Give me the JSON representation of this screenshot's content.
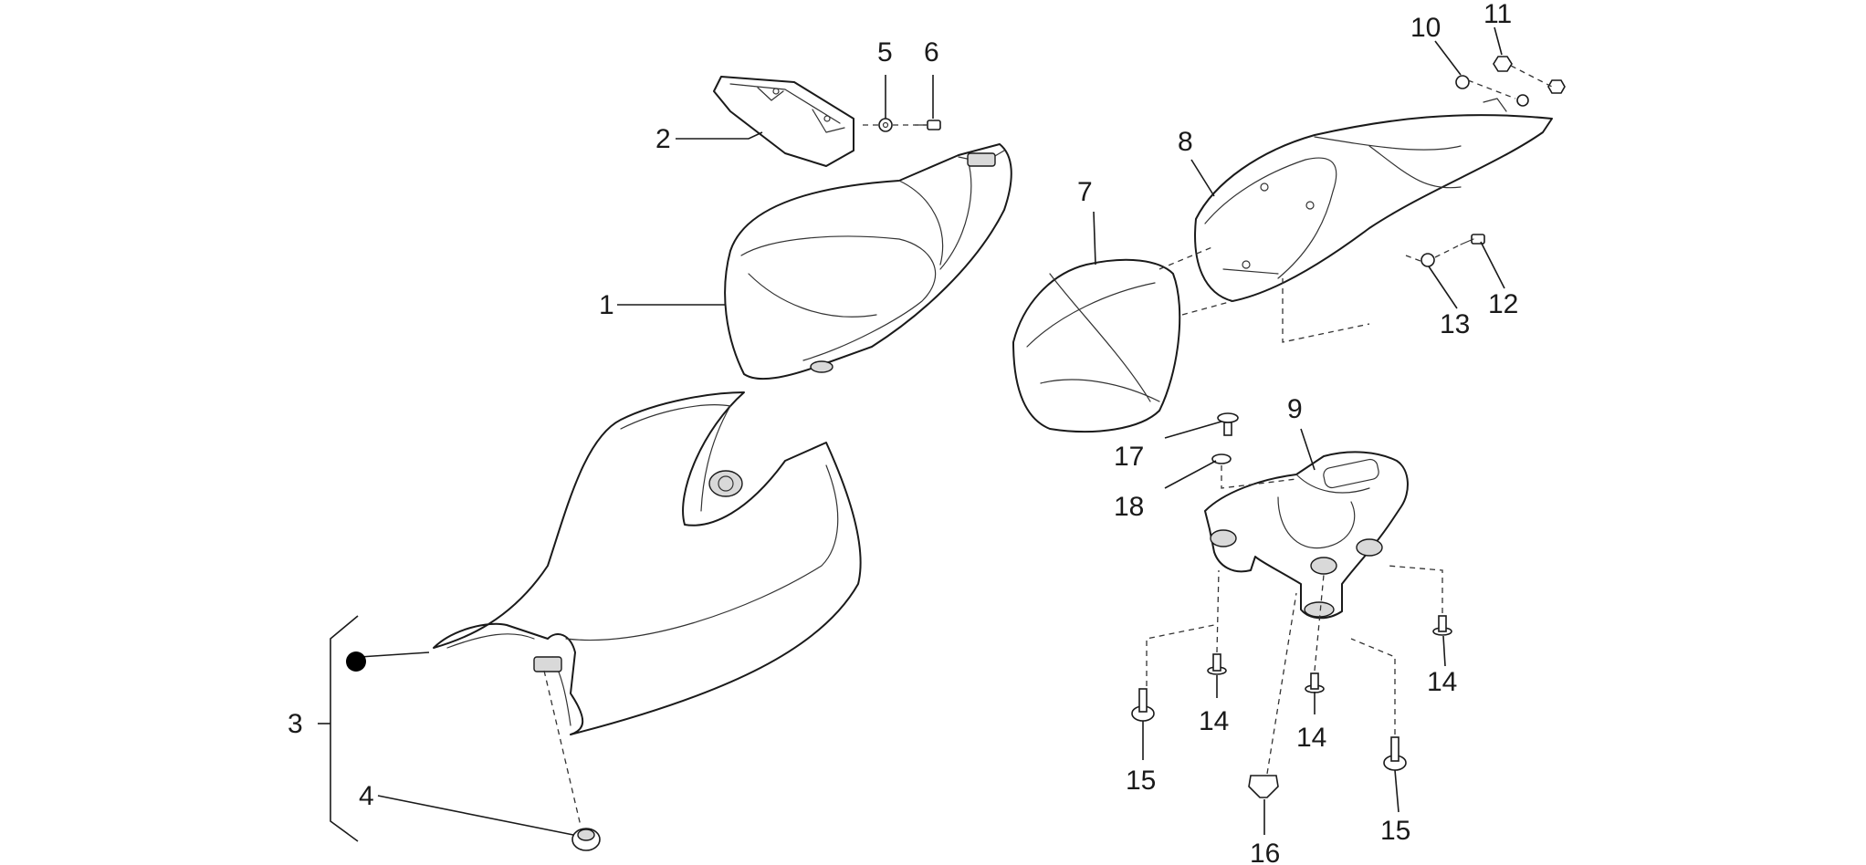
{
  "callouts": {
    "c1": "1",
    "c2": "2",
    "c3": "3",
    "c4": "4",
    "c5": "5",
    "c6": "6",
    "c7": "7",
    "c8": "8",
    "c9": "9",
    "c10": "10",
    "c11": "11",
    "c12": "12",
    "c13": "13",
    "c14a": "14",
    "c14b": "14",
    "c14c": "14",
    "c15a": "15",
    "c15b": "15",
    "c16": "16",
    "c17": "17",
    "c18": "18"
  },
  "colors": {
    "line": "#1a1a1a",
    "background": "#ffffff",
    "marker": "#000000"
  }
}
